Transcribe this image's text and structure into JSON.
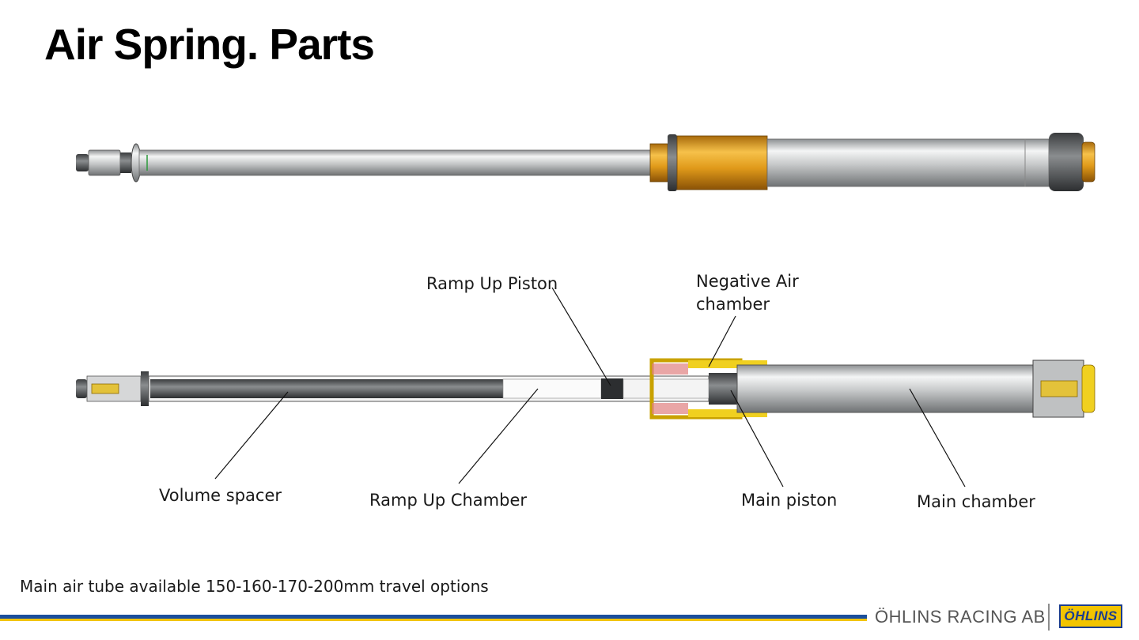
{
  "slide": {
    "title": "Air Spring. Parts",
    "footnote": "Main air tube available 150-160-170-200mm travel options"
  },
  "labels": {
    "ramp_up_piston": "Ramp Up Piston",
    "negative_air_chamber_line1": "Negative Air",
    "negative_air_chamber_line2": "chamber",
    "volume_spacer": "Volume spacer",
    "ramp_up_chamber": "Ramp Up Chamber",
    "main_piston": "Main piston",
    "main_chamber": "Main chamber"
  },
  "footer": {
    "company": "ÖHLINS RACING AB",
    "logo_text": "ÖHLINS",
    "stripe_blue": "#1b4f9c",
    "stripe_yellow": "#f2c400"
  },
  "colors": {
    "anodized_gold": "#e0a11b",
    "steel": "#c9cbcc"
  }
}
